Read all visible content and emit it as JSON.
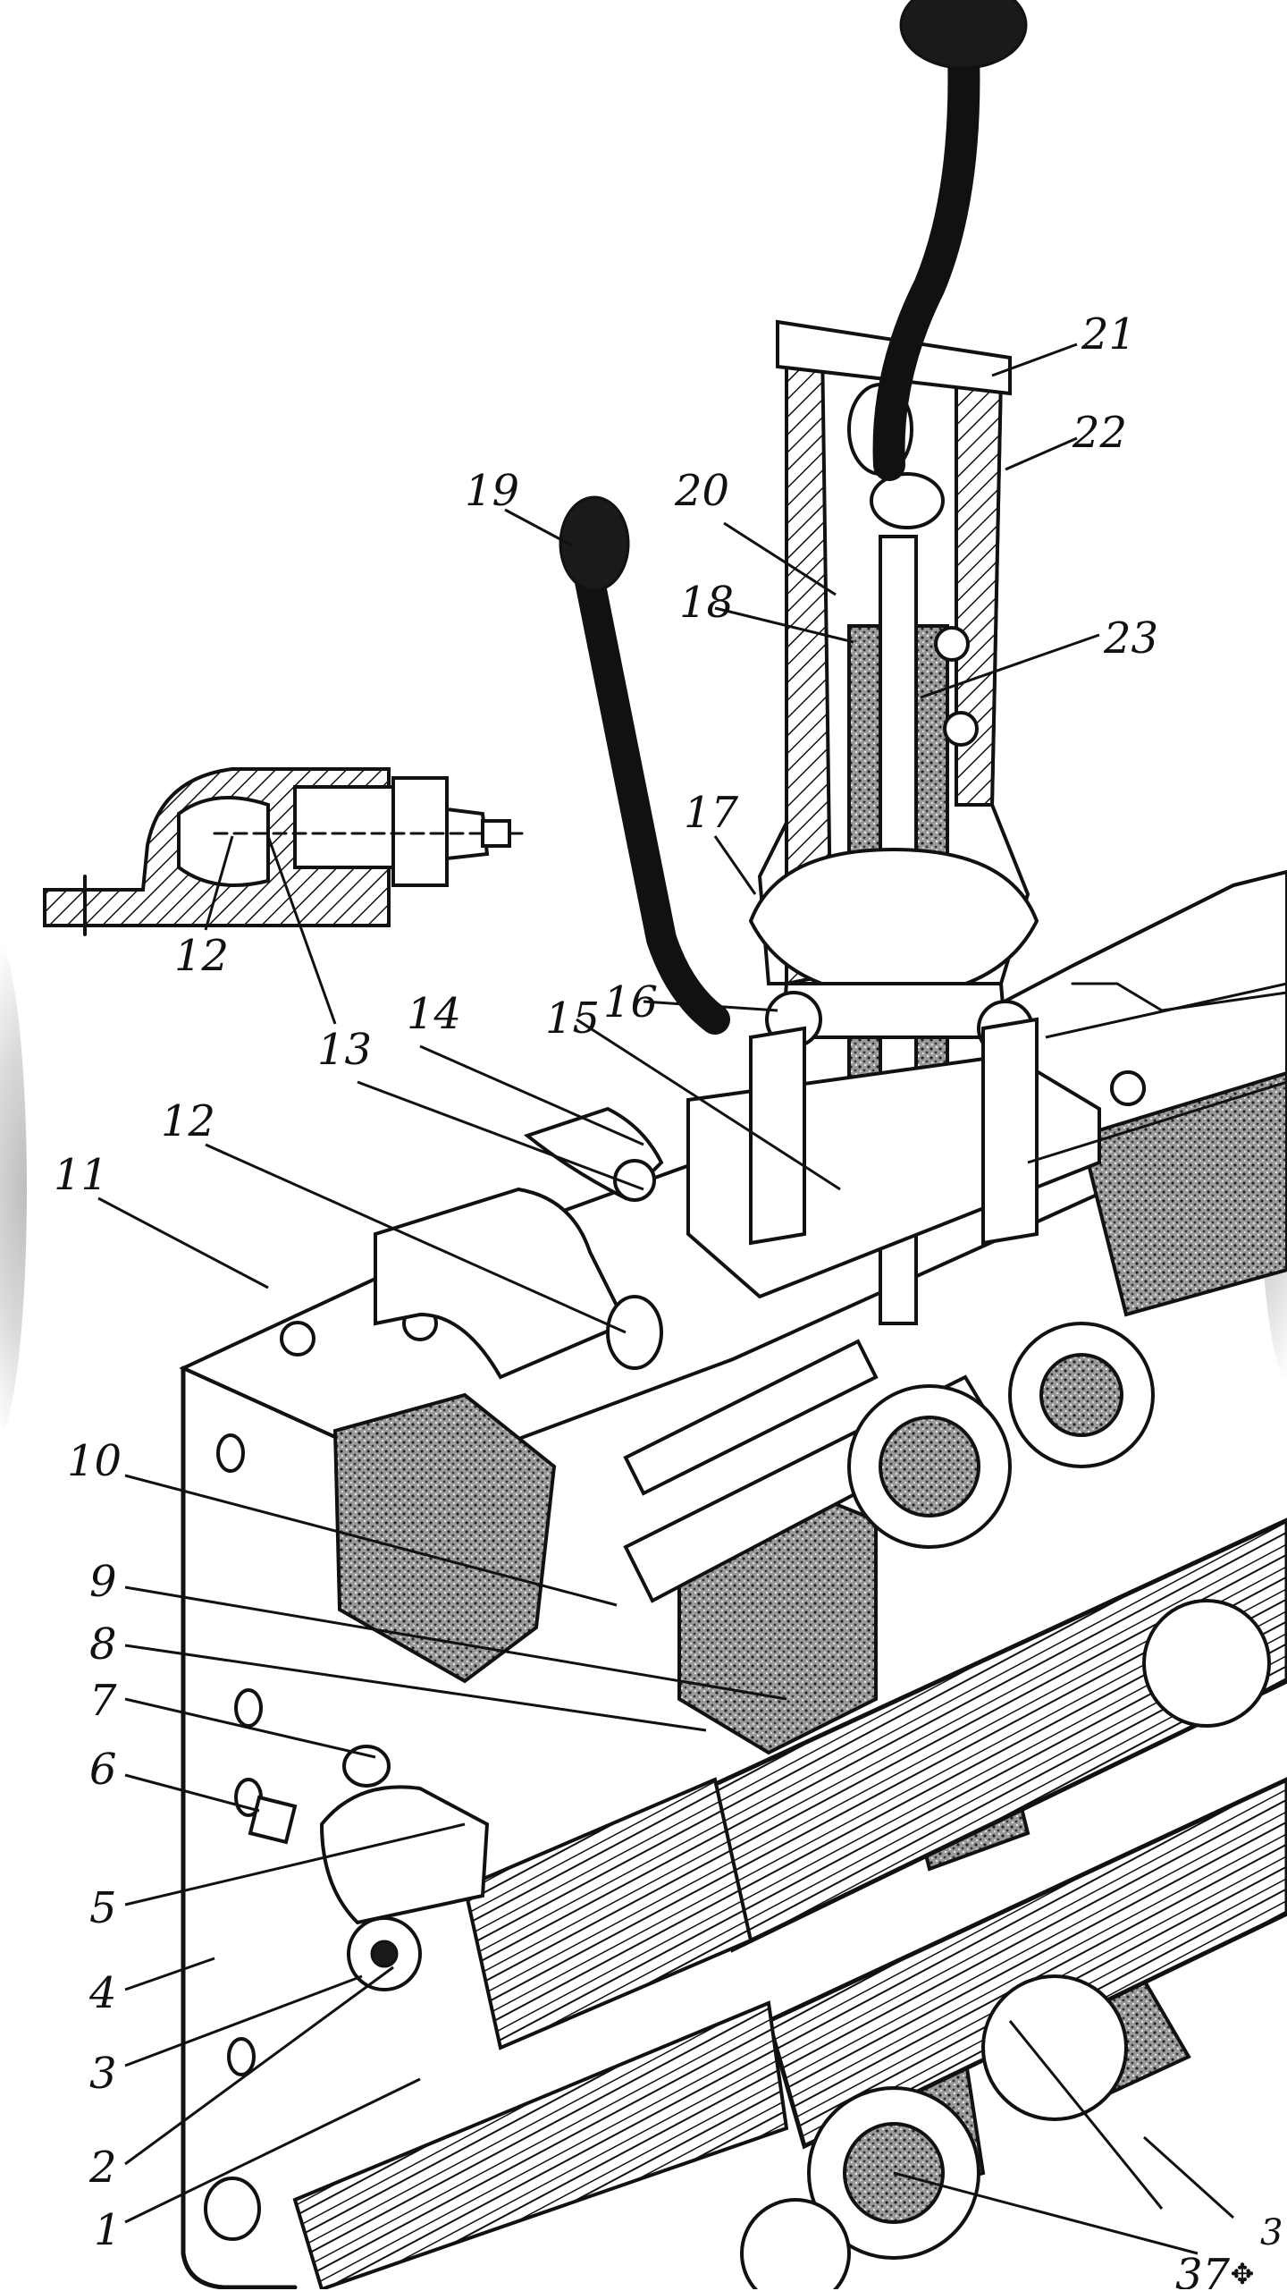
{
  "diagram": {
    "callouts": [
      {
        "id": "c1",
        "label": "1"
      },
      {
        "id": "c2",
        "label": "2"
      },
      {
        "id": "c3",
        "label": "3"
      },
      {
        "id": "c4",
        "label": "4"
      },
      {
        "id": "c5",
        "label": "5"
      },
      {
        "id": "c6",
        "label": "6"
      },
      {
        "id": "c7",
        "label": "7"
      },
      {
        "id": "c8",
        "label": "8"
      },
      {
        "id": "c9",
        "label": "9"
      },
      {
        "id": "c10",
        "label": "10"
      },
      {
        "id": "c11",
        "label": "11"
      },
      {
        "id": "c12a",
        "label": "12"
      },
      {
        "id": "c12b",
        "label": "12"
      },
      {
        "id": "c13",
        "label": "13"
      },
      {
        "id": "c14",
        "label": "14"
      },
      {
        "id": "c15",
        "label": "15"
      },
      {
        "id": "c16",
        "label": "16"
      },
      {
        "id": "c17",
        "label": "17"
      },
      {
        "id": "c18",
        "label": "18"
      },
      {
        "id": "c19",
        "label": "19"
      },
      {
        "id": "c20",
        "label": "20"
      },
      {
        "id": "c21",
        "label": "21"
      },
      {
        "id": "c22",
        "label": "22"
      },
      {
        "id": "c23",
        "label": "23"
      },
      {
        "id": "c37",
        "label": "37"
      },
      {
        "id": "c3x",
        "label": "3"
      }
    ]
  },
  "icons": {
    "move": "move-arrows-icon"
  }
}
